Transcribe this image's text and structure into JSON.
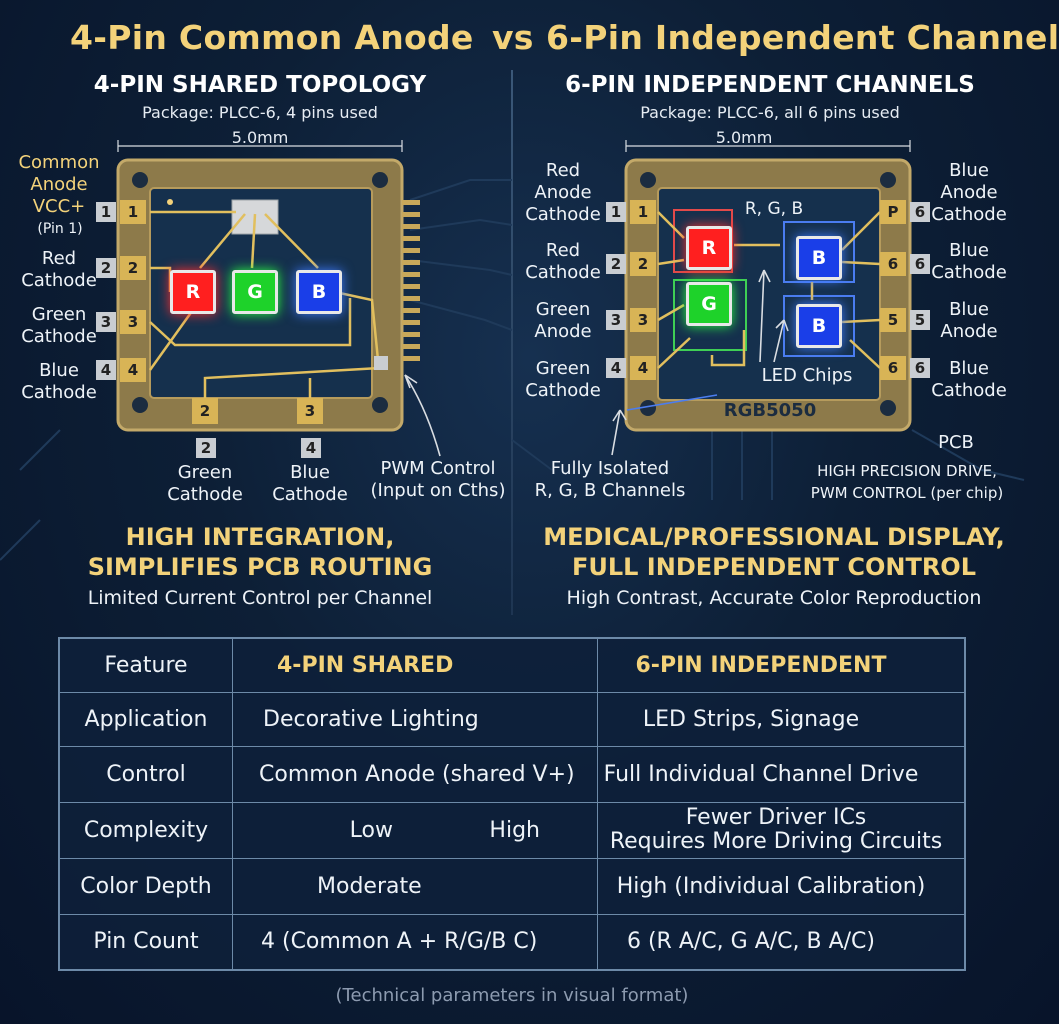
{
  "title": {
    "left": "4-Pin Common Anode",
    "vs": "vs",
    "right": "6-Pin Independent Channel"
  },
  "left_panel": {
    "heading": "4-PIN SHARED TOPOLOGY",
    "package": "Package: PLCC-6, 4 pins used",
    "dimension": "5.0mm",
    "pin_labels": [
      {
        "text": "Common\nAnode\nVCC+",
        "note": "(Pin 1)"
      },
      {
        "text": "Red\nCathode"
      },
      {
        "text": "Green\nCathode"
      },
      {
        "text": "Blue\nCathode"
      }
    ],
    "outer_pins": [
      "1",
      "2",
      "3",
      "4"
    ],
    "inner_pins": [
      "1",
      "2",
      "3",
      "4"
    ],
    "bottom_inner_pins": [
      "2",
      "3"
    ],
    "bottom_outer_pins": [
      "2",
      "4"
    ],
    "chips": [
      "R",
      "G",
      "B"
    ],
    "bottom_labels": [
      "Green\nCathode",
      "Blue\nCathode"
    ],
    "pwm_label": "PWM Control\n(Input on Cths)",
    "verdict": "HIGH INTEGRATION,\nSIMPLIFIES PCB ROUTING",
    "verdict_sub": "Limited Current Control per Channel"
  },
  "right_panel": {
    "heading": "6-PIN INDEPENDENT CHANNELS",
    "package": "Package: PLCC-6, all 6 pins used",
    "dimension": "5.0mm",
    "left_labels": [
      "Red\nAnode\nCathode",
      "Red\nCathode",
      "Green\nAnode",
      "Green\nCathode"
    ],
    "right_labels": [
      "Blue\nAnode\nCathode",
      "Blue\nCathode",
      "Blue\nAnode",
      "Blue\nCathode"
    ],
    "left_outer_pins": [
      "1",
      "2",
      "3",
      "4"
    ],
    "left_inner_pins": [
      "1",
      "2",
      "3",
      "4"
    ],
    "right_inner_pins": [
      "P",
      "6",
      "5",
      "6"
    ],
    "right_outer_pins": [
      "6",
      "6",
      "5",
      "6"
    ],
    "chips": [
      "R",
      "G",
      "B",
      "B"
    ],
    "rgb_label": "R, G, B",
    "led_chips_label": "LED Chips",
    "part_label": "RGB5050",
    "isolated_label": "Fully Isolated\nR, G, B Channels",
    "pcb_label": "PCB",
    "drive_label": "HIGH PRECISION DRIVE,\nPWM CONTROL (per chip)",
    "verdict": "MEDICAL/PROFESSIONAL DISPLAY,\nFULL INDEPENDENT CONTROL",
    "verdict_sub": "High Contrast, Accurate Color Reproduction"
  },
  "table": {
    "headers": [
      "Feature",
      "4-PIN SHARED",
      "6-PIN INDEPENDENT"
    ],
    "rows": [
      {
        "feature": "Application",
        "shared": "Decorative Lighting",
        "independent": "LED Strips, Signage"
      },
      {
        "feature": "Control",
        "shared": "Common Anode (shared V+)",
        "independent": "Full Individual Channel Drive"
      },
      {
        "feature": "Complexity",
        "shared": "Low",
        "shared_extra": "High",
        "independent": "Fewer Driver ICs\nRequires More Driving Circuits"
      },
      {
        "feature": "Color Depth",
        "shared": "Moderate",
        "independent": "High (Individual Calibration)"
      },
      {
        "feature": "Pin Count",
        "shared": "4 (Common A + R/G/B C)",
        "independent": "6 (R A/C, G A/C, B A/C)"
      }
    ]
  },
  "footnote": "(Technical parameters in visual format)",
  "colors": {
    "gold": "#f3d27a",
    "background": "#0d1f36",
    "red_chip": "#ff1f1f",
    "green_chip": "#1ed22a",
    "blue_chip": "#1a3ee8"
  }
}
